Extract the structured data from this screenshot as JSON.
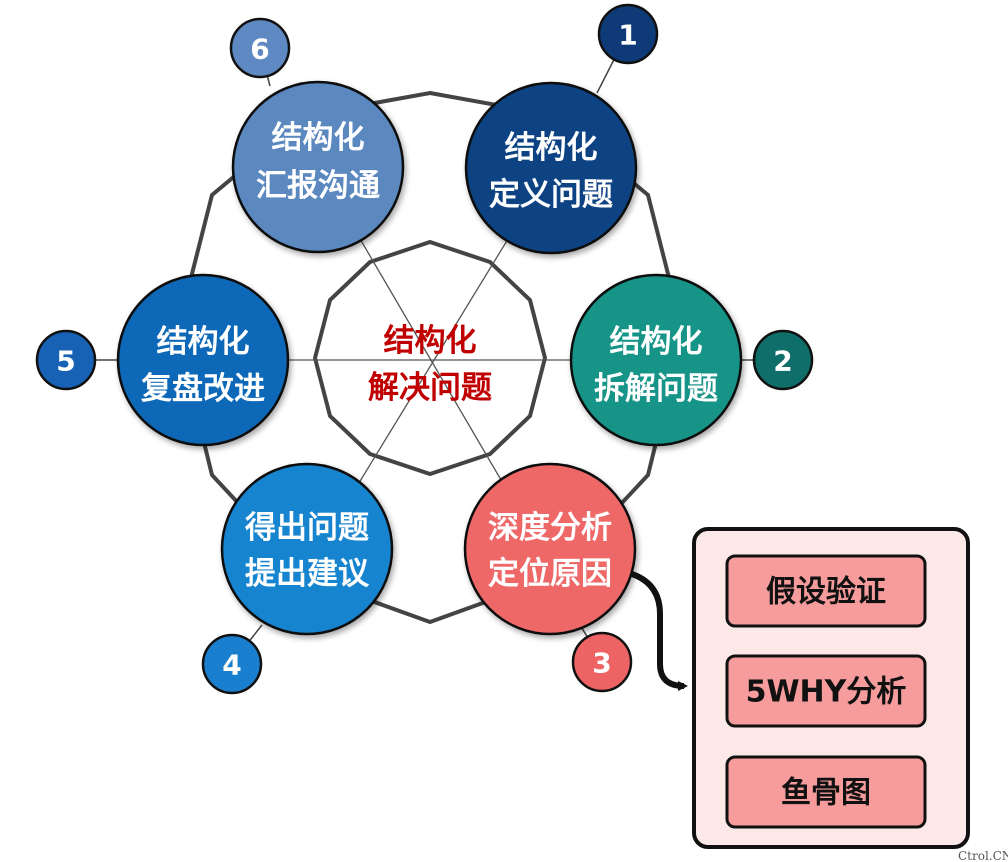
{
  "center": {
    "line1": "结构化",
    "line2": "解决问题"
  },
  "nodes": [
    {
      "number": "1",
      "line1": "结构化",
      "line2": "定义问题",
      "fill": "#0f4283",
      "badge_fill": "#0f3a78"
    },
    {
      "number": "2",
      "line1": "结构化",
      "line2": "拆解问题",
      "fill": "#169488",
      "badge_fill": "#0f6e6a"
    },
    {
      "number": "3",
      "line1": "深度分析",
      "line2": "定位原因",
      "fill": "#ef6868",
      "badge_fill": "#ee6464"
    },
    {
      "number": "4",
      "line1": "得出问题",
      "line2": "提出建议",
      "fill": "#1584cf",
      "badge_fill": "#1a7fce"
    },
    {
      "number": "5",
      "line1": "结构化",
      "line2": "复盘改进",
      "fill": "#1168b8",
      "badge_fill": "#1762b4"
    },
    {
      "number": "6",
      "line1": "结构化",
      "line2": "汇报沟通",
      "fill": "#5b88c0",
      "badge_fill": "#5e89c2"
    }
  ],
  "methods": {
    "items": [
      "假设验证",
      "5WHY分析",
      "鱼骨图"
    ],
    "panel_fill": "#fde8e8",
    "item_fill": "#f69c9c"
  },
  "watermark": "Ctrol.CN"
}
